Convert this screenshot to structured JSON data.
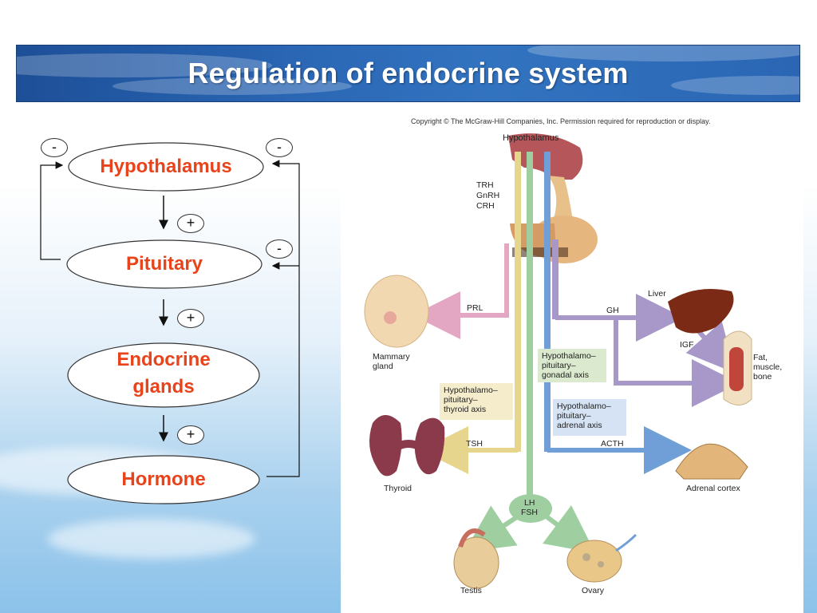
{
  "slide": {
    "title": "Regulation of endocrine system"
  },
  "flowchart": {
    "nodes": [
      {
        "id": "hypothalamus",
        "label": "Hypothalamus"
      },
      {
        "id": "pituitary",
        "label": "Pituitary"
      },
      {
        "id": "endocrine",
        "label_line1": "Endocrine",
        "label_line2": "glands"
      },
      {
        "id": "hormone",
        "label": "Hormone"
      }
    ],
    "positive_signs": [
      "+",
      "+",
      "+"
    ],
    "negative_signs": [
      "-",
      "-",
      "-"
    ],
    "node_color": "#e8431a"
  },
  "figure": {
    "copyright": "Copyright © The McGraw-Hill Companies, Inc. Permission required for reproduction or display.",
    "hypothalamus": "Hypothalamus",
    "releasing_hormones": [
      "TRH",
      "GnRH",
      "CRH"
    ],
    "prl": "PRL",
    "gh": "GH",
    "liver": "Liver",
    "igf": "IGF",
    "mammary_line1": "Mammary",
    "mammary_line2": "gland",
    "fat_line1": "Fat,",
    "fat_line2": "muscle,",
    "fat_line3": "bone",
    "gonadal_axis": [
      "Hypothalamo–",
      "pituitary–",
      "gonadal axis"
    ],
    "thyroid_axis": [
      "Hypothalamo–",
      "pituitary–",
      "thyroid axis"
    ],
    "adrenal_axis": [
      "Hypothalamo–",
      "pituitary–",
      "adrenal axis"
    ],
    "tsh": "TSH",
    "acth": "ACTH",
    "thyroid": "Thyroid",
    "adrenal_cortex": "Adrenal cortex",
    "lh": "LH",
    "fsh": "FSH",
    "testis": "Testis",
    "ovary": "Ovary",
    "colors": {
      "prl": "#e3a7c4",
      "gh": "#a898c9",
      "tsh": "#e6d58d",
      "gonadal": "#9fcfa0",
      "adrenal": "#6f9fd6"
    }
  }
}
